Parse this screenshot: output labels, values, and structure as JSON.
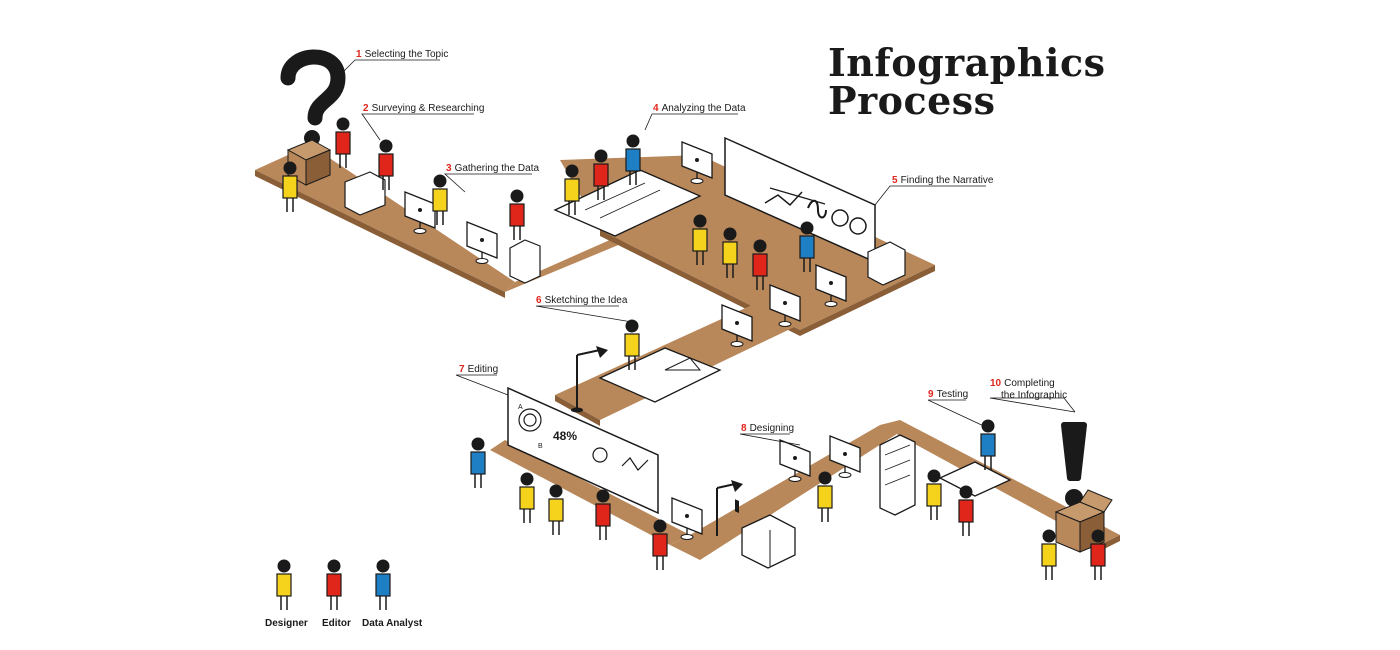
{
  "title": {
    "line1": "Infographics",
    "line2": "Process"
  },
  "steps": [
    {
      "num": "1",
      "label": "Selecting the Topic"
    },
    {
      "num": "2",
      "label": "Surveying & Researching"
    },
    {
      "num": "3",
      "label": "Gathering the Data"
    },
    {
      "num": "4",
      "label": "Analyzing the Data"
    },
    {
      "num": "5",
      "label": "Finding the Narrative"
    },
    {
      "num": "6",
      "label": "Sketching the Idea"
    },
    {
      "num": "7",
      "label": "Editing"
    },
    {
      "num": "8",
      "label": "Designing"
    },
    {
      "num": "9",
      "label": "Testing"
    },
    {
      "num": "10",
      "label": "Completing",
      "label2": "the Infographic"
    }
  ],
  "legend": [
    {
      "role": "Designer",
      "color": "#f5d21c"
    },
    {
      "role": "Editor",
      "color": "#e0251b"
    },
    {
      "role": "Data Analyst",
      "color": "#1f7fc4"
    }
  ],
  "board_glyphs": {
    "percent": "48%",
    "a": "A",
    "b": "B"
  },
  "colors": {
    "table": "#b8875a",
    "ink": "#1a1a1a",
    "accent": "#e0251b"
  },
  "icons": {
    "start": "question-mark-icon",
    "end": "exclamation-mark-icon"
  }
}
